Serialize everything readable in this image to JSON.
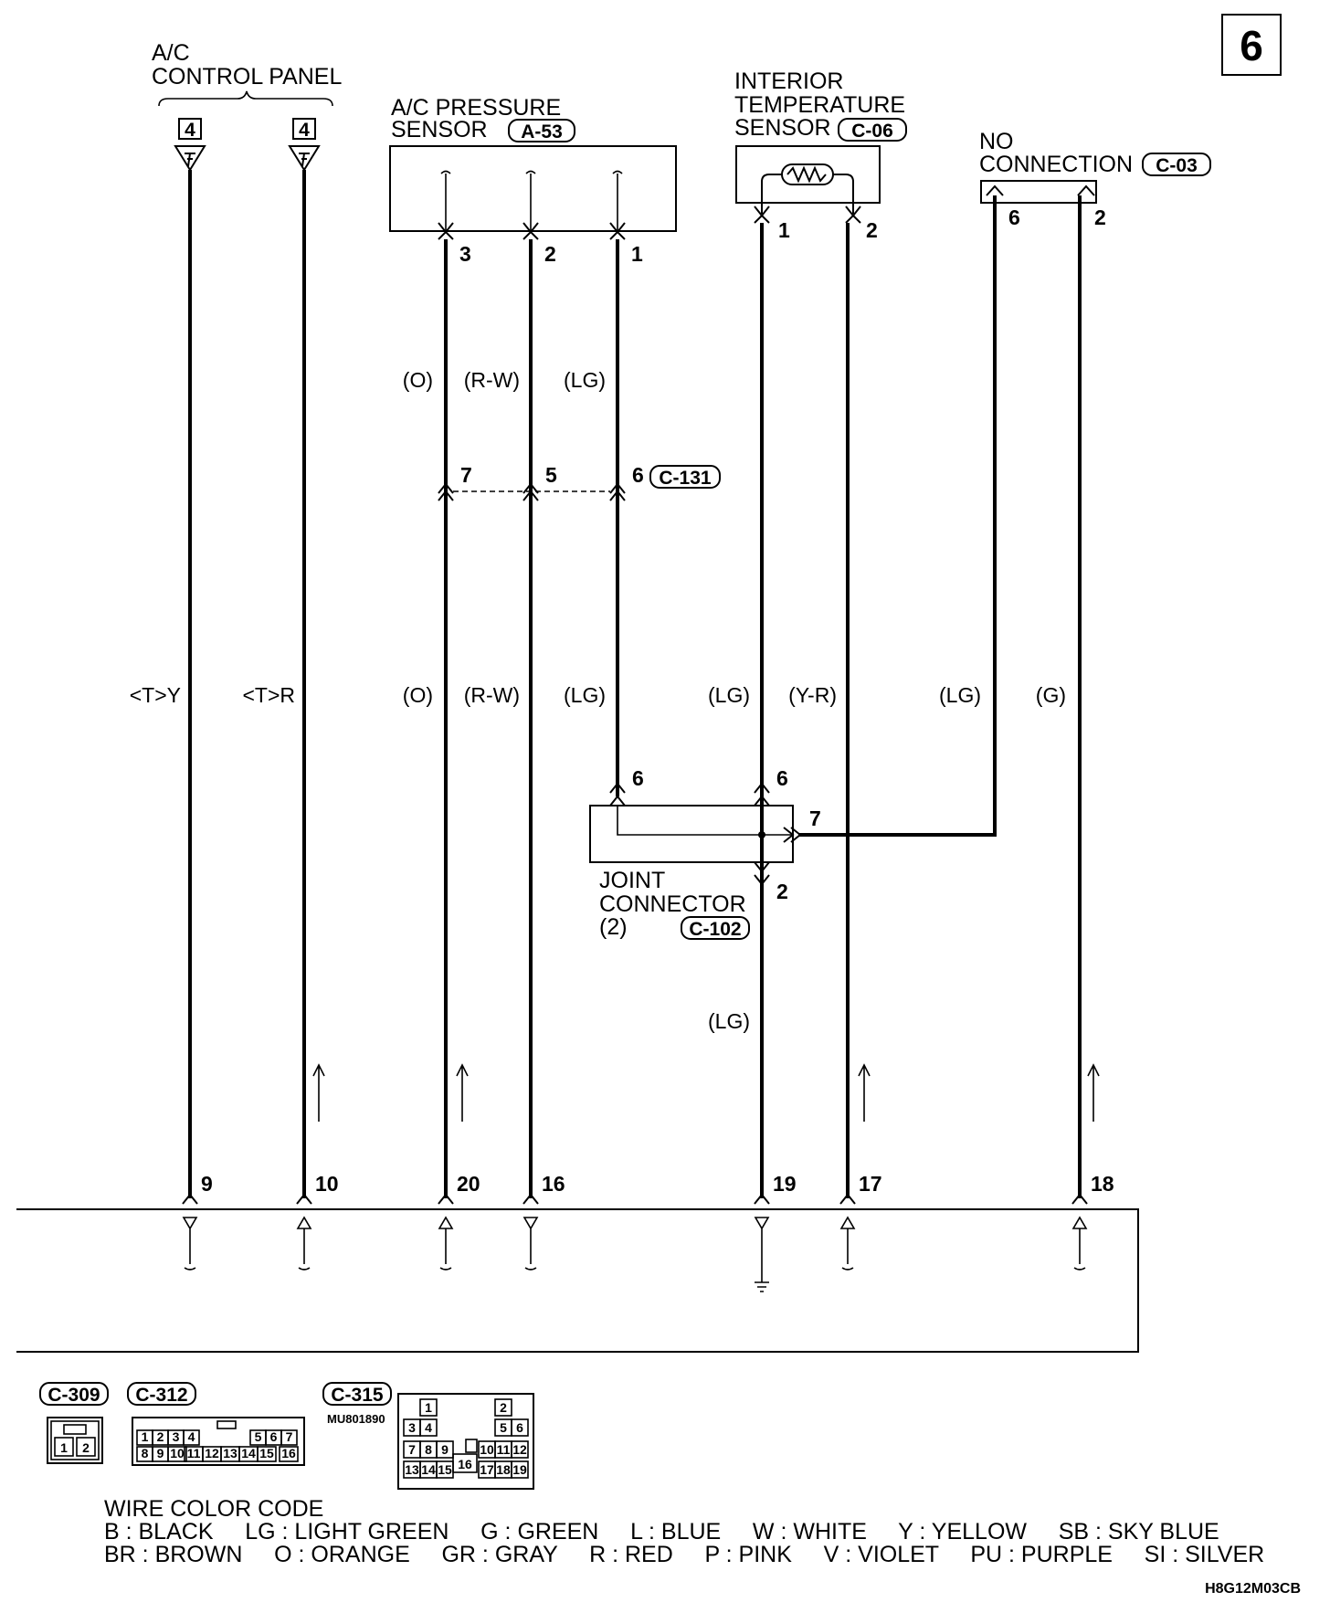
{
  "page_number": "6",
  "ac_control_panel": {
    "label_line1": "A/C",
    "label_line2": "CONTROL PANEL",
    "pin_tag": "4"
  },
  "pressure_sensor": {
    "label_line1": "A/C PRESSURE",
    "label_line2": "SENSOR",
    "connector": "A-53",
    "pins": [
      "3",
      "2",
      "1"
    ]
  },
  "interior_sensor": {
    "label_line1": "INTERIOR",
    "label_line2": "TEMPERATURE",
    "label_line3": "SENSOR",
    "connector": "C-06",
    "pins": [
      "1",
      "2"
    ]
  },
  "no_connection": {
    "label_line1": "NO",
    "label_line2": "CONNECTION",
    "connector": "C-03",
    "pins": [
      "6",
      "2"
    ]
  },
  "intermediate_connector": {
    "connector": "C-131",
    "pins": [
      "7",
      "5",
      "6"
    ]
  },
  "upper_wire_colors": [
    "(O)",
    "(R-W)",
    "(LG)"
  ],
  "middle_wire_colors": [
    "<T>Y",
    "<T>R",
    "(O)",
    "(R-W)",
    "(LG)",
    "(LG)",
    "(Y-R)",
    "(LG)",
    "(G)"
  ],
  "joint_connector": {
    "label_line1": "JOINT",
    "label_line2": "CONNECTOR",
    "label_line3": "(2)",
    "connector": "C-102",
    "pin_in_left": "6",
    "pin_in_right": "6",
    "pin_side": "7",
    "pin_out": "2"
  },
  "lower_wire_color": "(LG)",
  "ecu_pins": [
    "9",
    "10",
    "20",
    "16",
    "19",
    "17",
    "18"
  ],
  "connector_views": [
    {
      "tag": "C-309",
      "cells": [
        "1",
        "2"
      ]
    },
    {
      "tag": "C-312",
      "cells": [
        "1",
        "2",
        "3",
        "4",
        "5",
        "6",
        "7",
        "8",
        "9",
        "10",
        "11",
        "12",
        "13",
        "14",
        "15",
        "16"
      ]
    },
    {
      "tag": "C-315",
      "part_no": "MU801890",
      "cells": [
        "1",
        "2",
        "3",
        "4",
        "5",
        "6",
        "7",
        "8",
        "9",
        "10",
        "11",
        "12",
        "13",
        "14",
        "15",
        "16",
        "17",
        "18",
        "19"
      ]
    }
  ],
  "wire_color_code": {
    "title": "WIRE COLOR CODE",
    "row1": "B : BLACK     LG : LIGHT GREEN     G : GREEN     L : BLUE     W : WHITE     Y : YELLOW     SB : SKY BLUE",
    "row2": "BR : BROWN     O : ORANGE     GR : GRAY     R : RED     P : PINK     V : VIOLET     PU : PURPLE     SI : SILVER"
  },
  "diagram_code": "H8G12M03CB"
}
